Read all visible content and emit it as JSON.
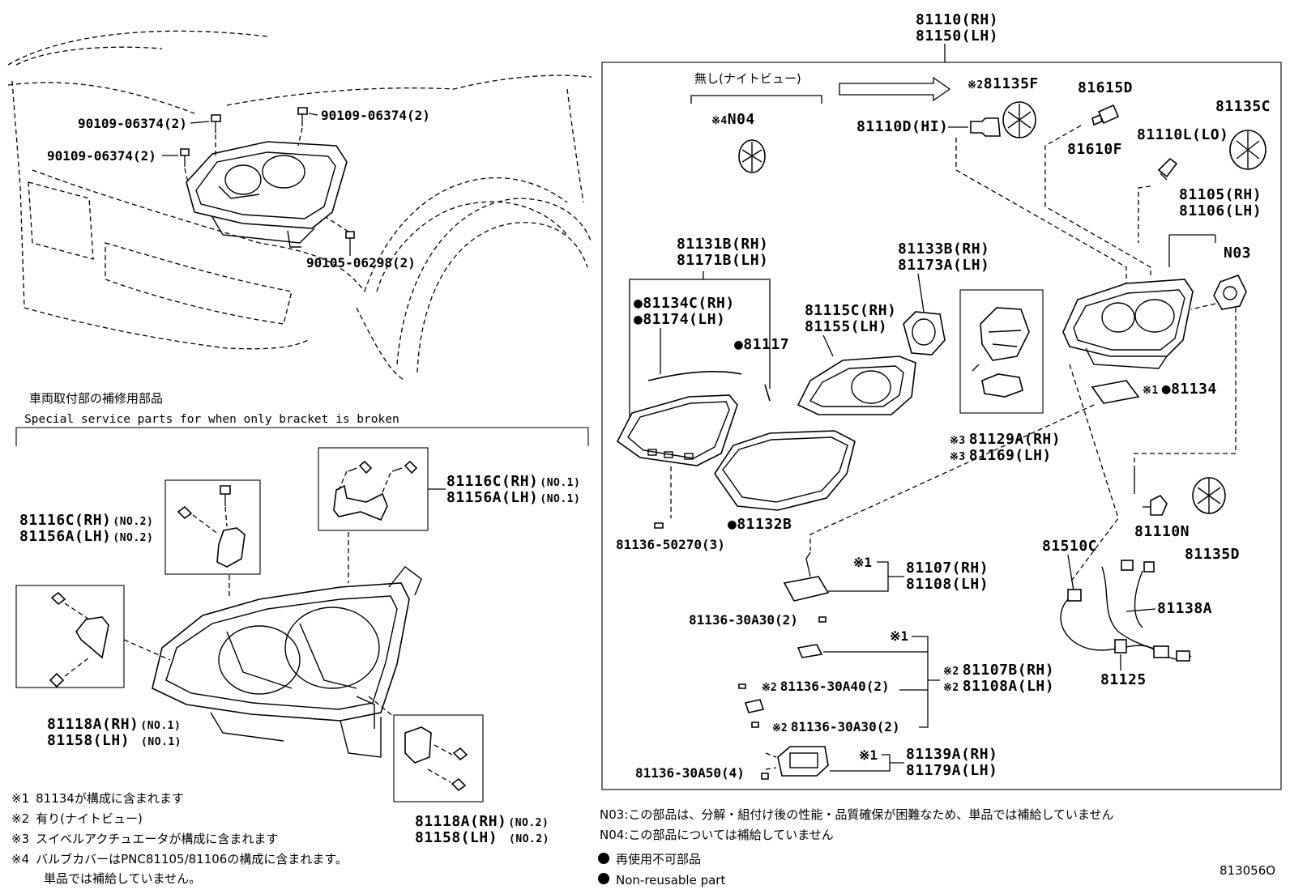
{
  "figure_id": "813056O",
  "assembly": {
    "rh": "81110(RH)",
    "lh": "81150(LH)"
  },
  "car_view": {
    "bolt_a1": "90109-06374(2)",
    "bolt_a2": "90109-06374(2)",
    "bolt_a3": "90109-06374(2)",
    "bolt_b": "90105-06298(2)"
  },
  "service_parts": {
    "title_jp": "車両取付部の補修用部品",
    "title_en": "Special service parts for when only bracket is broken",
    "bracket_c_rh": "81116C(RH)",
    "bracket_c_rh_no": "(NO.1)",
    "bracket_c_lh": "81156A(LH)",
    "bracket_c_lh_no": "(NO.1)",
    "bracket_c2_rh": "81116C(RH)",
    "bracket_c2_rh_no": "(NO.2)",
    "bracket_c2_lh": "81156A(LH)",
    "bracket_c2_lh_no": "(NO.2)",
    "bracket_a1_rh": "81118A(RH)",
    "bracket_a1_rh_no": "(NO.1)",
    "bracket_a1_lh": "81158(LH)",
    "bracket_a1_lh_no": "(NO.1)",
    "bracket_a2_rh": "81118A(RH)",
    "bracket_a2_rh_no": "(NO.2)",
    "bracket_a2_lh": "81158(LH)",
    "bracket_a2_lh_no": "(NO.2)"
  },
  "exploded": {
    "no_night_view": "無し(ナイトビュー)",
    "n04_mark": "※4",
    "n04": "N04",
    "cover_f_mark": "※2",
    "cover_f": "81135F",
    "bulb_hi": "81110D(HI)",
    "p81615d": "81615D",
    "p81610f": "81610F",
    "p81135c": "81135C",
    "bulb_lo": "81110L(LO)",
    "housing_rh": "81105(RH)",
    "housing_lh": "81106(LH)",
    "n03": "N03",
    "lens_rh": "81131B(RH)",
    "lens_lh": "81171B(LH)",
    "seal_rh": "81134C(RH)",
    "seal_lh": "81174(LH)",
    "p81117": "81117",
    "ext_rh": "81115C(RH)",
    "ext_lh": "81155(LH)",
    "reflector_rh": "81133B(RH)",
    "reflector_lh": "81173A(LH)",
    "gasket_mark": "※1",
    "gasket": "81134",
    "swivel_mark": "※3",
    "swivel_rh": "81129A(RH)",
    "swivel_lh": "81169(LH)",
    "screw_lens": "81136-50270(3)",
    "p81132b": "81132B",
    "bulb_n": "81110N",
    "p81135d": "81135D",
    "p81510c": "81510C",
    "p81138a": "81138A",
    "p81125": "81125",
    "ecu_mark": "※1",
    "ecu_rh": "81107(RH)",
    "ecu_lh": "81108(LH)",
    "screw_ecu": "81136-30A30(2)",
    "ecu2_mark_top": "※1",
    "ecu2_mark": "※2",
    "ecu2_rh": "81107B(RH)",
    "ecu2_lh": "81108A(LH)",
    "screw_a40_mark": "※2",
    "screw_a40": "81136-30A40(2)",
    "screw_a30b_mark": "※2",
    "screw_a30b": "81136-30A30(2)",
    "module_mark": "※1",
    "module_rh": "81139A(RH)",
    "module_lh": "81179A(LH)",
    "screw_a50": "81136-30A50(4)"
  },
  "notes": [
    {
      "mark": "※1",
      "text": "81134が構成に含まれます"
    },
    {
      "mark": "※2",
      "text": "有り(ナイトビュー)"
    },
    {
      "mark": "※3",
      "text": "スイベルアクチュエータが構成に含まれます"
    },
    {
      "mark": "※4",
      "text": "バルブカバーはPNC81105/81106の構成に含まれます。"
    },
    {
      "mark": "",
      "text": "単品では補給していません。"
    }
  ],
  "legend": {
    "n03": "N03:この部品は、分解・組付け後の性能・品質確保が困難なため、単品では補給していません",
    "n04": "N04:この部品については補給していません",
    "dot_jp": "再使用不可部品",
    "dot_en": "Non-reusable part"
  }
}
